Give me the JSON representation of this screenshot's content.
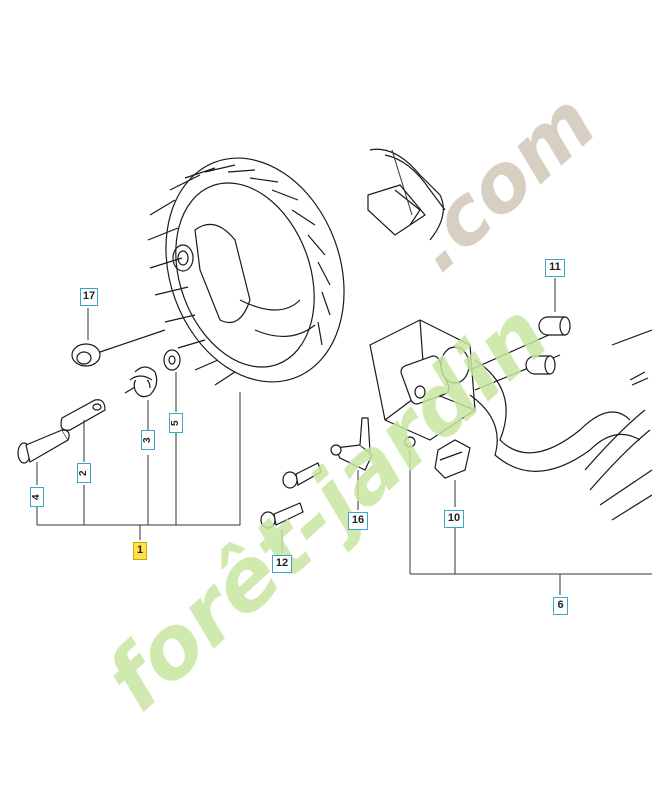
{
  "callouts": {
    "c17": "17",
    "c2": "2",
    "c3": "3",
    "c4": "4",
    "c5": "5",
    "c1": "1",
    "c11": "11",
    "c16": "16",
    "c10": "10",
    "c12": "12",
    "c6": "6"
  },
  "watermark": {
    "text_green": "forêt-jardin",
    "text_gray": ".com"
  },
  "colors": {
    "callout_border": "#3aa7c8",
    "callout_main_fill": "#ffe14a",
    "watermark_green": "#c8e6a0",
    "watermark_gray": "#cfc7b8",
    "line": "#1a1a1a"
  }
}
